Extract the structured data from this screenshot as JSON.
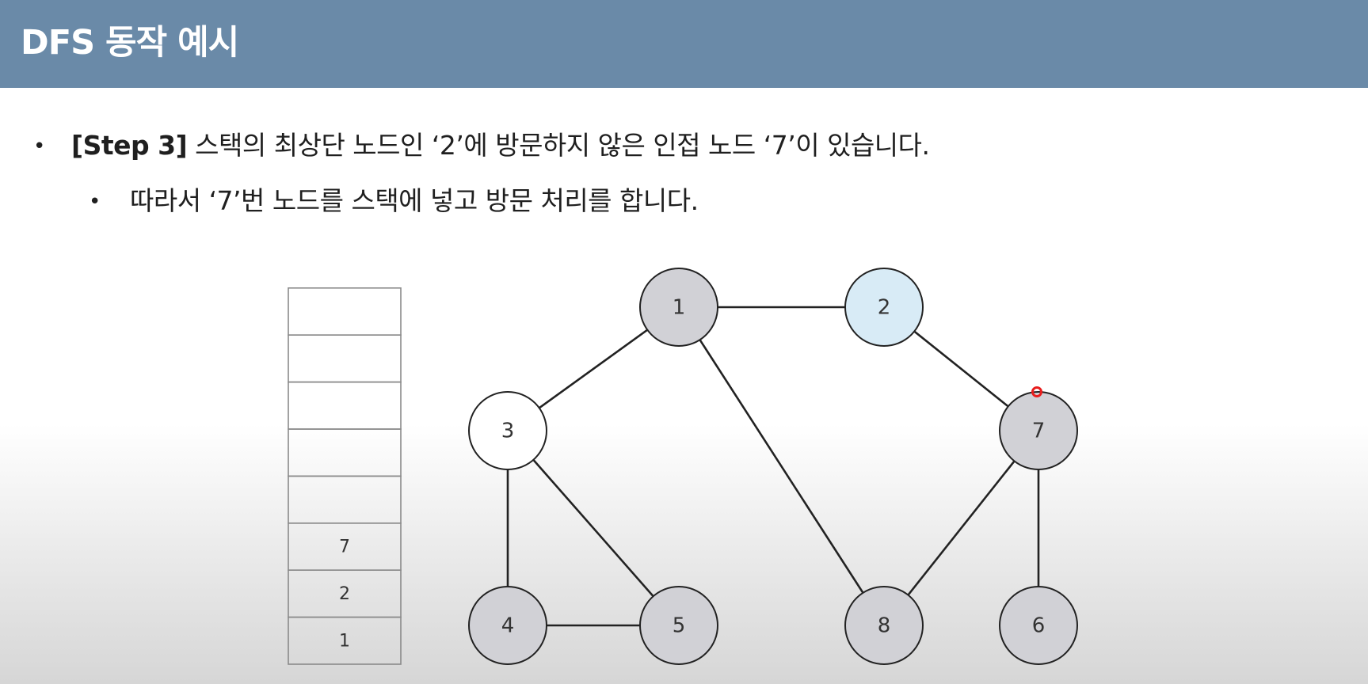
{
  "header": {
    "title": "DFS 동작 예시"
  },
  "bullets": {
    "main": {
      "step_label": "[Step 3]",
      "text": "스택의 최상단 노드인 ‘2’에 방문하지 않은 인접 노드 ‘7’이 있습니다."
    },
    "sub": {
      "text": "따라서 ‘7’번 노드를 스택에 넣고 방문 처리를 합니다."
    }
  },
  "graph": {
    "colors": {
      "visited": "#d1d1d6",
      "current": "#d8ebf6",
      "unvisited": "#ffffff",
      "pointer": "#e81d1d"
    },
    "nodes": [
      {
        "id": "1",
        "label": "1",
        "state": "visited"
      },
      {
        "id": "2",
        "label": "2",
        "state": "current"
      },
      {
        "id": "3",
        "label": "3",
        "state": "unvisited"
      },
      {
        "id": "4",
        "label": "4",
        "state": "visited"
      },
      {
        "id": "5",
        "label": "5",
        "state": "visited"
      },
      {
        "id": "6",
        "label": "6",
        "state": "visited"
      },
      {
        "id": "7",
        "label": "7",
        "state": "visited"
      },
      {
        "id": "8",
        "label": "8",
        "state": "visited"
      }
    ],
    "edges": [
      [
        "1",
        "2"
      ],
      [
        "1",
        "3"
      ],
      [
        "1",
        "8"
      ],
      [
        "2",
        "7"
      ],
      [
        "3",
        "4"
      ],
      [
        "3",
        "5"
      ],
      [
        "4",
        "5"
      ],
      [
        "7",
        "8"
      ],
      [
        "7",
        "6"
      ]
    ]
  },
  "stack": {
    "capacity": 8,
    "items_bottom_to_top": [
      "1",
      "2",
      "7"
    ]
  }
}
